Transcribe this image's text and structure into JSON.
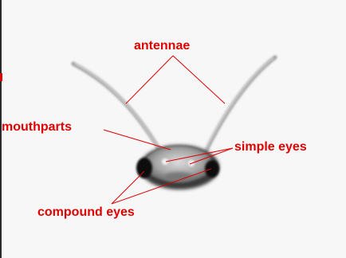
{
  "diagram": {
    "labels": {
      "antennae": "antennae",
      "mouthparts": "mouthparts",
      "simple_eyes": "simple eyes",
      "compound_eyes": "compound eyes"
    },
    "colors": {
      "label": "#e00000",
      "leader_line": "#e00000",
      "background": "#f7f7f7"
    }
  }
}
